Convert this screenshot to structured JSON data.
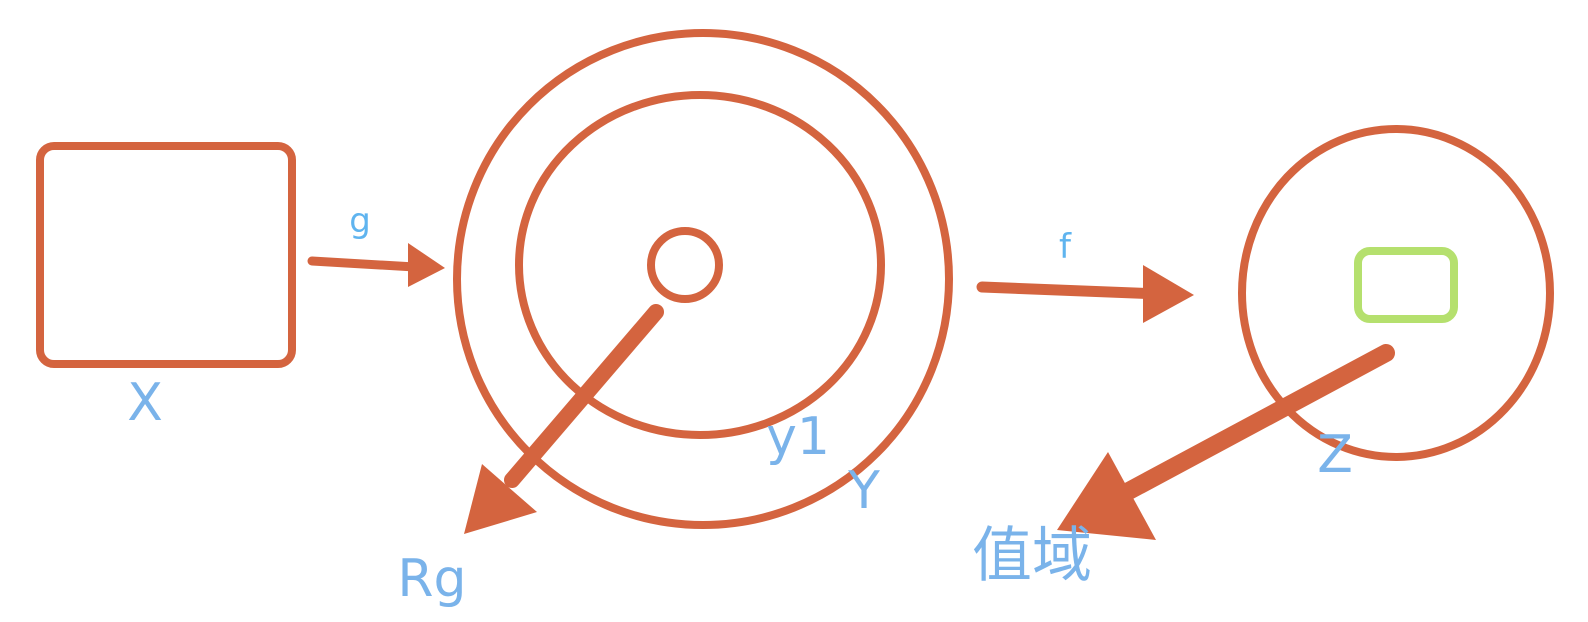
{
  "colors": {
    "shape_stroke": "#d4643f",
    "label_text": "#7ab3ea",
    "highlight_box": "#b5e06e",
    "background": "#ffffff"
  },
  "labels": {
    "set_x": "X",
    "set_y": "Y",
    "subset_y1": "y1",
    "set_z": "Z",
    "map_g": "g",
    "map_f": "f",
    "range_g": "Rg",
    "range_f": "值域"
  }
}
